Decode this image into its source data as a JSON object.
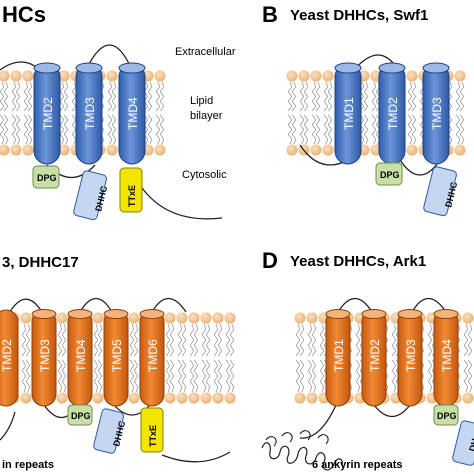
{
  "panels": [
    {
      "letter": "",
      "title": "HCs",
      "side_labels": [
        "Extracellular",
        "Lipid",
        "bilayer",
        "Cytosolic"
      ],
      "helices": [
        "TMD2",
        "TMD3",
        "TMD4"
      ],
      "domains": [
        "DPG",
        "DHHC",
        "TTxE"
      ]
    },
    {
      "letter": "B",
      "title": "Yeast DHHCs, Swf1",
      "helices": [
        "TMD1",
        "TMD2",
        "TMD3"
      ],
      "domains": [
        "DPG",
        "DHHC"
      ]
    },
    {
      "letter": "",
      "title": "3, DHHC17",
      "helices": [
        "TMD2",
        "TMD3",
        "TMD4",
        "TMD5",
        "TMD6"
      ],
      "domains": [
        "DPG",
        "DHHC",
        "TTxE"
      ],
      "caption": "in repeats"
    },
    {
      "letter": "D",
      "title": "Yeast DHHCs, Ark1",
      "helices": [
        "TMD1",
        "TMD2",
        "TMD3",
        "TMD4"
      ],
      "domains": [
        "DPG",
        "DH"
      ],
      "caption": "6 ankyrin repeats"
    }
  ],
  "colors": {
    "blue": "#4a78c8",
    "blue_light": "#c5d7f0",
    "orange": "#e2701c",
    "lipid_head": "#f4c58e",
    "dpg": "#c8e0a8",
    "ttxe": "#f2e600"
  }
}
